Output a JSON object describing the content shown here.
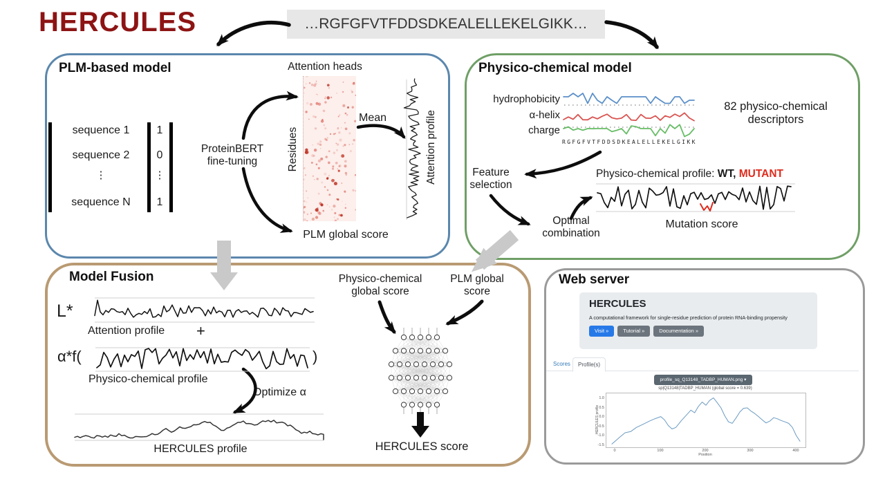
{
  "figure_title": "HERCULES",
  "sequence_banner": "…RGFGFVTFDDSDKEALELLEKELGIKK…",
  "plm_box": {
    "title": "PLM-based model",
    "matrix_rows": [
      "sequence 1",
      "sequence 2",
      "⋮",
      "sequence N"
    ],
    "matrix_values": [
      "1",
      "0",
      "⋮",
      "1"
    ],
    "finetune_line1": "ProteinBERT",
    "finetune_line2": "fine-tuning",
    "attention_heads_label": "Attention heads",
    "residues_label": "Residues",
    "mean_label": "Mean",
    "attention_profile_label": "Attention profile",
    "global_score_label": "PLM global score"
  },
  "physico_box": {
    "title": "Physico-chemical model",
    "track_labels": [
      "hydrophobicity",
      "α-helix",
      "charge"
    ],
    "residue_ticks": "RGFGFVTFDDSDKEALELLEKELGIKK",
    "descriptors_line1": "82 physico-chemical",
    "descriptors_line2": "descriptors",
    "feature_line1": "Feature",
    "feature_line2": "selection",
    "optimal_line1": "Optimal",
    "optimal_line2": "combination",
    "profile_prefix": "Physico-chemical profile: ",
    "profile_wt": "WT,",
    "profile_mutant": "MUTANT",
    "mutation_score_label": "Mutation score"
  },
  "fusion_box": {
    "title": "Model Fusion",
    "l_star": "L*",
    "attention_profile_label": "Attention profile",
    "plus": "+",
    "alpha_term": "α*f(",
    "close_paren": ")",
    "physico_profile_label": "Physico-chemical profile",
    "optimize_label": "Optimize α",
    "hercules_profile_label": "HERCULES profile",
    "physico_global_line1": "Physico-chemical",
    "physico_global_line2": "global score",
    "plm_global_line1": "PLM global",
    "plm_global_line2": "score",
    "hercules_score_label": "HERCULES score"
  },
  "web_box": {
    "title": "Web server",
    "hero": {
      "heading": "HERCULES",
      "description": "A computational framework for single-residue prediction of protein RNA-binding propensity",
      "buttons": [
        {
          "label": "Visit »"
        },
        {
          "label": "Tutorial »"
        },
        {
          "label": "Documentation »"
        }
      ]
    },
    "tabs": [
      {
        "label": "Scores"
      },
      {
        "label": "Profile(s)"
      }
    ],
    "dropdown_label": "profile_sq_Q13148_TADBP_HUMAN.png ▾",
    "plot": {
      "title": "sp|Q13148|TADBP_HUMAN (global score = 0.639)",
      "xlabel": "Position",
      "ylabel": "HERCULES profile",
      "yticks": [
        "1.0",
        "0.5",
        "0.0",
        "-0.5",
        "-1.0",
        "-1.5"
      ],
      "xticks": [
        "0",
        "100",
        "200",
        "300",
        "400"
      ]
    }
  },
  "colors": {
    "figure_title": "#8d1414",
    "plm_border": "#5b87ad",
    "physico_border": "#6f9f66",
    "fusion_border": "#b99a72",
    "web_border": "#9a9a9a",
    "mutant_red": "#de2b1d",
    "hydrophobicity_line": "#5b8fc9",
    "helix_line": "#d85450",
    "charge_line": "#67bd66",
    "primary_button": "#2779e8",
    "secondary_button": "#6c757d",
    "webplot_line": "#6b9bc3"
  }
}
